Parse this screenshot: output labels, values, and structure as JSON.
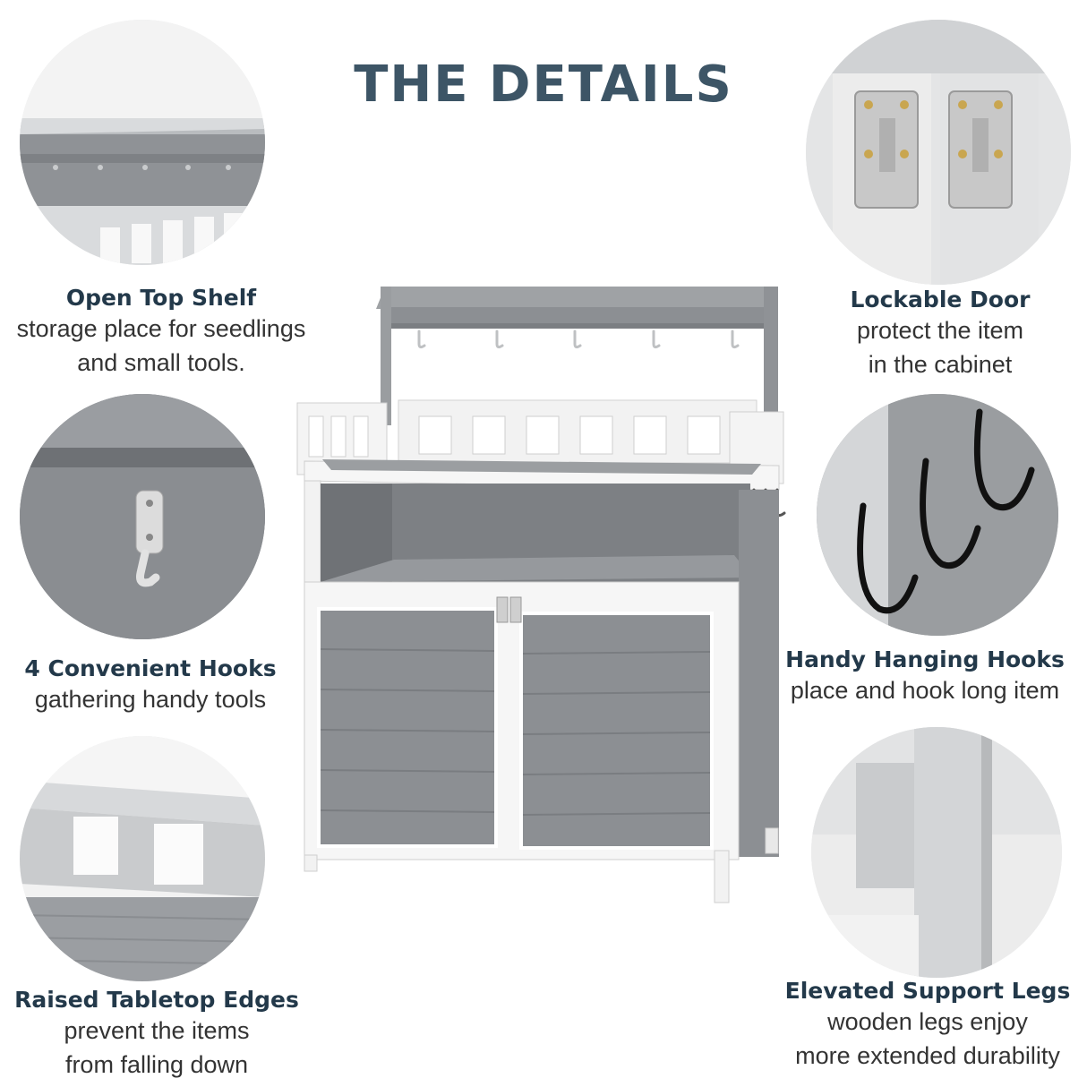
{
  "title": "THE DETAILS",
  "features": [
    {
      "heading": "Open Top Shelf",
      "lines": [
        "storage place for seedlings",
        "and small tools."
      ]
    },
    {
      "heading": "4 Convenient Hooks",
      "lines": [
        "gathering handy tools"
      ]
    },
    {
      "heading": "Raised Tabletop Edges",
      "lines": [
        "prevent the items",
        "from falling down"
      ]
    },
    {
      "heading": "Lockable Door",
      "lines": [
        "protect the item",
        "in the cabinet"
      ]
    },
    {
      "heading": "Handy Hanging Hooks",
      "lines": [
        "place and hook long item"
      ]
    },
    {
      "heading": "Elevated Support Legs",
      "lines": [
        "wooden legs enjoy",
        "more extended durability"
      ]
    }
  ],
  "colors": {
    "title": "#3d5566",
    "heading": "#23394a",
    "body_text": "#333333",
    "cabinet_gray": "#8a8d90",
    "frame_white": "#f4f4f4"
  }
}
